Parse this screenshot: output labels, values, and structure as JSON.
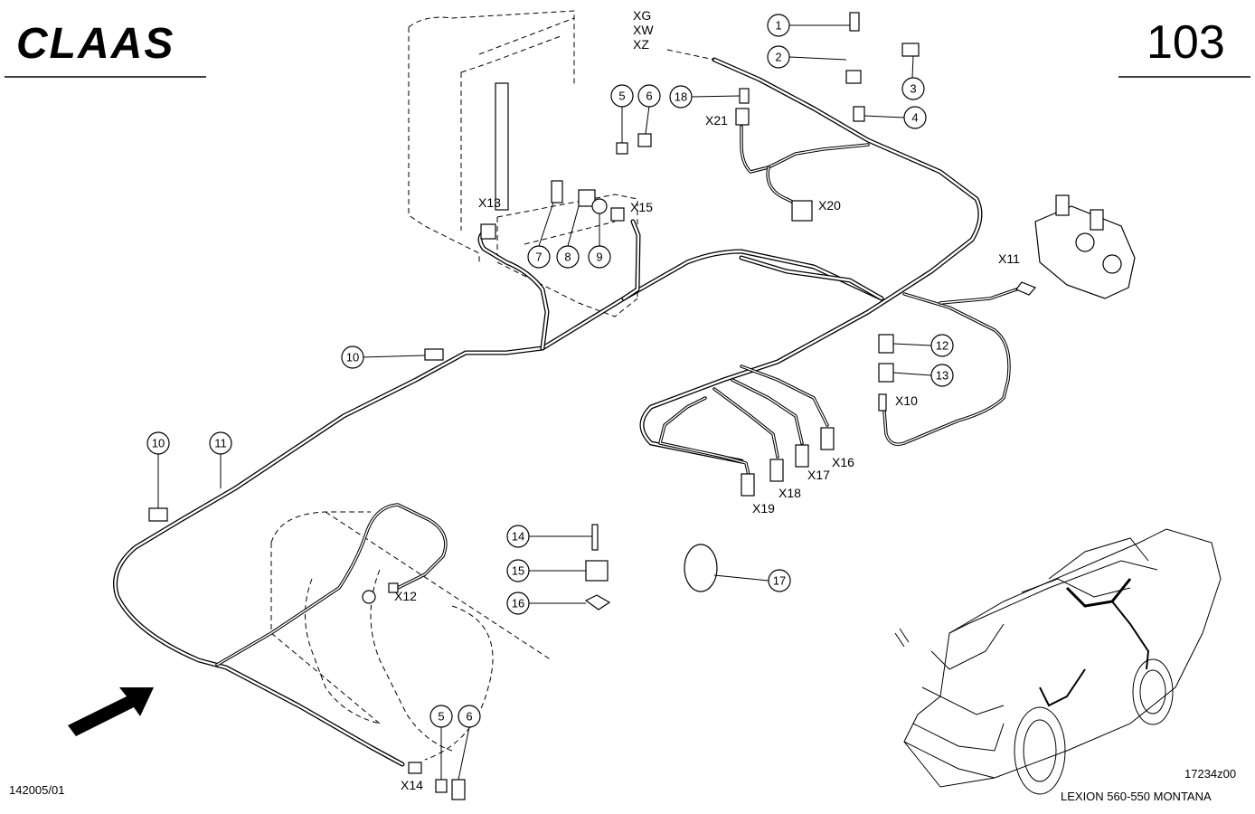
{
  "header": {
    "brand": "CLAAS",
    "page_number": "103"
  },
  "footer": {
    "sheet_code": "142005/01",
    "drawing_code": "17234z00",
    "model": "LEXION 560-550 MONTANA"
  },
  "connector_labels": {
    "xg": "XG",
    "xw": "XW",
    "xz": "XZ",
    "x10": "X10",
    "x11": "X11",
    "x12": "X12",
    "x13": "X13",
    "x14": "X14",
    "x15": "X15",
    "x16": "X16",
    "x17": "X17",
    "x18": "X18",
    "x19": "X19",
    "x20": "X20",
    "x21": "X21"
  },
  "callouts": {
    "c1": "1",
    "c2": "2",
    "c3": "3",
    "c4": "4",
    "c5a": "5",
    "c6a": "6",
    "c7": "7",
    "c8": "8",
    "c9": "9",
    "c10a": "10",
    "c10b": "10",
    "c11": "11",
    "c12": "12",
    "c13": "13",
    "c14": "14",
    "c15": "15",
    "c16": "16",
    "c17": "17",
    "c18": "18",
    "c5b": "5",
    "c6b": "6"
  }
}
